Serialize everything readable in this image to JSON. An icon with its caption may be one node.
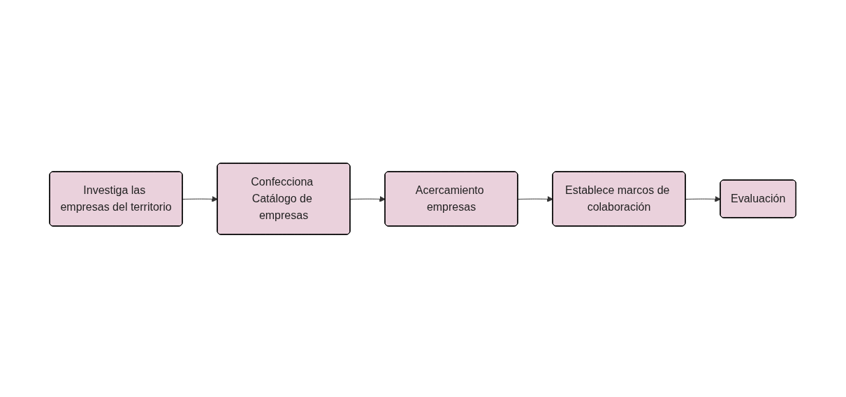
{
  "diagram": {
    "nodes": [
      {
        "text": [
          "Investiga las empresas del territorio"
        ]
      },
      {
        "text": [
          "Confecciona Catálogo de empresas"
        ]
      },
      {
        "text": [
          "Acercamiento empresas"
        ]
      },
      {
        "text": [
          "Establece marcos de colaboración"
        ]
      },
      {
        "text": [
          "Evaluación"
        ]
      }
    ],
    "edges": [
      {
        "from": 0,
        "to": 1,
        "arrow": "to"
      },
      {
        "from": 1,
        "to": 2,
        "arrow": "to"
      },
      {
        "from": 2,
        "to": 3,
        "arrow": "to"
      },
      {
        "from": 3,
        "to": 4,
        "arrow": "to"
      }
    ]
  }
}
